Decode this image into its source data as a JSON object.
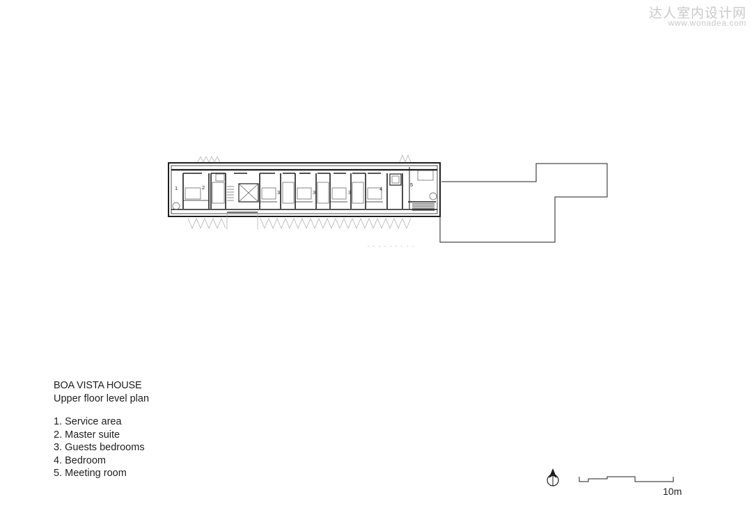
{
  "watermark": {
    "title": "达人室内设计网",
    "url": "www.wonadea.com"
  },
  "drawing": {
    "title": "BOA VISTA HOUSE",
    "subtitle": "Upper floor level plan"
  },
  "legend": [
    "1. Service area",
    "2. Master suite",
    "3. Guests bedrooms",
    "4. Bedroom",
    "5. Meeting room"
  ],
  "room_tags": [
    "1",
    "2",
    "3",
    "3",
    "3",
    "4",
    "5"
  ],
  "scale_bar": {
    "label": "10m"
  },
  "icons": {
    "north_arrow": "north-arrow-icon"
  },
  "colors": {
    "line": "#1e1e1e",
    "text": "#1e1e1e",
    "watermark": "#c9c9c9",
    "light_line": "#9a9a9a"
  }
}
